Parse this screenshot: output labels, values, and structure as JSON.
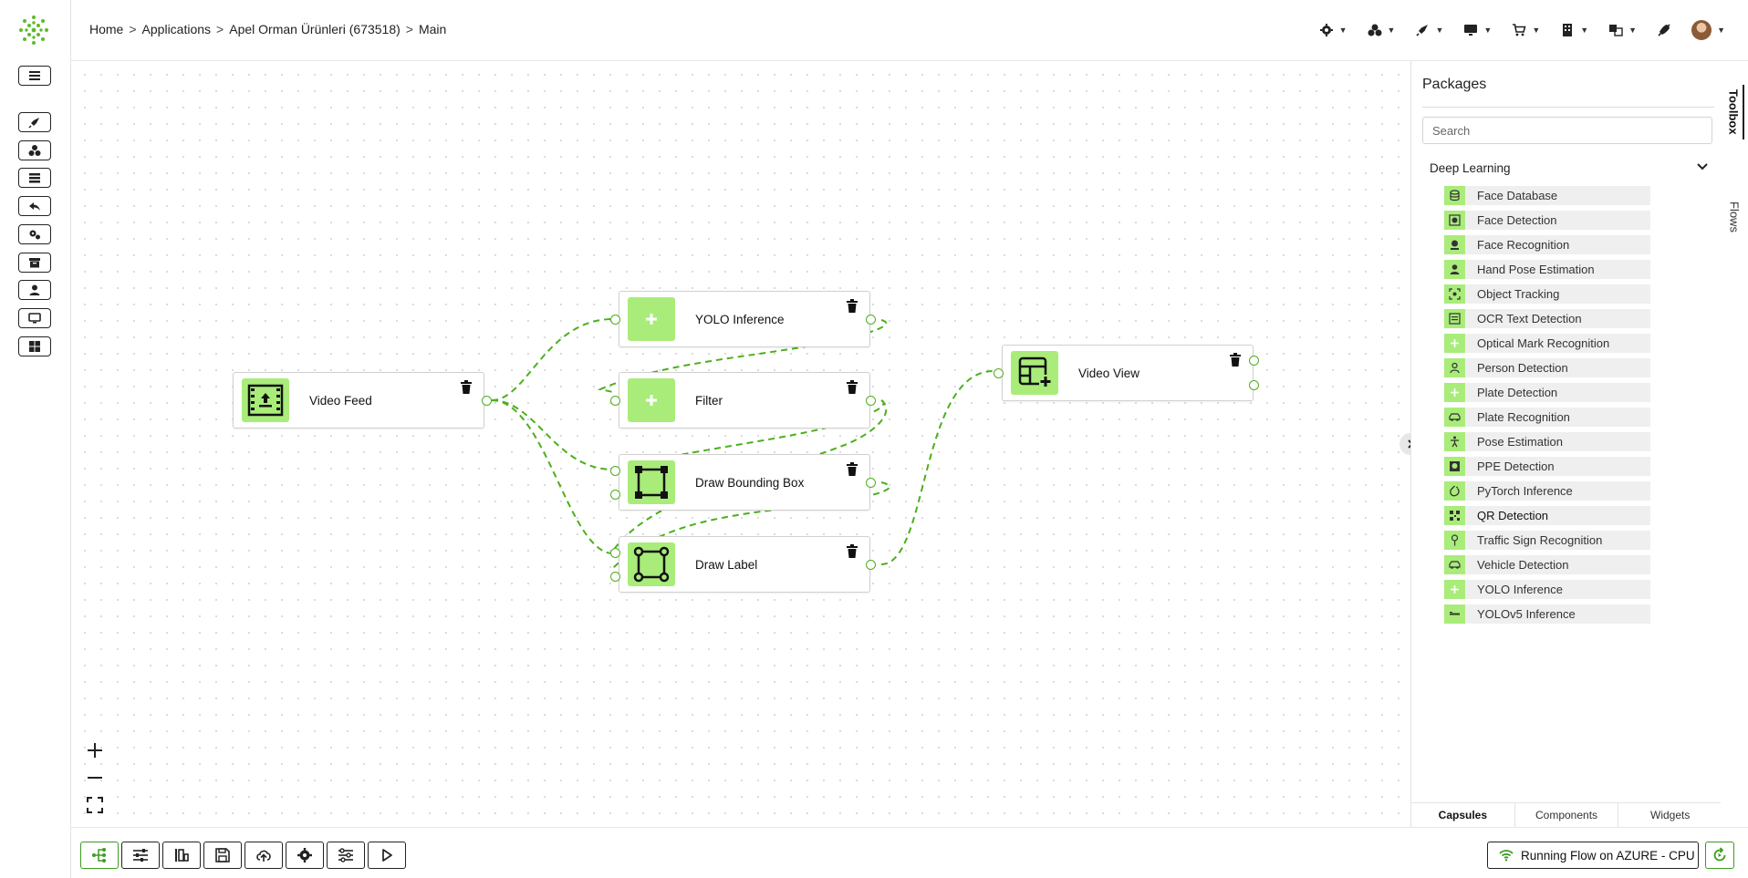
{
  "breadcrumb": [
    {
      "label": "Home"
    },
    {
      "label": "Applications"
    },
    {
      "label": "Apel Orman Ürünleri (673518)"
    },
    {
      "label": "Main"
    }
  ],
  "breadcrumb_separator": ">",
  "nodes": {
    "video_feed": {
      "title": "Video Feed"
    },
    "yolo_inference": {
      "title": "YOLO Inference"
    },
    "filter": {
      "title": "Filter"
    },
    "draw_bounding_box": {
      "title": "Draw Bounding Box"
    },
    "draw_label": {
      "title": "Draw Label"
    },
    "video_view": {
      "title": "Video View"
    }
  },
  "toolbox": {
    "title": "Packages",
    "search_placeholder": "Search",
    "group_title": "Deep Learning",
    "packages": [
      {
        "label": "Face Database",
        "icon": "database-icon"
      },
      {
        "label": "Face Detection",
        "icon": "face-scan-icon"
      },
      {
        "label": "Face Recognition",
        "icon": "face-recognition-icon"
      },
      {
        "label": "Hand Pose Estimation",
        "icon": "person-icon"
      },
      {
        "label": "Object Tracking",
        "icon": "tracking-icon"
      },
      {
        "label": "OCR Text Detection",
        "icon": "ocr-icon"
      },
      {
        "label": "Optical Mark Recognition",
        "icon": "plus-icon"
      },
      {
        "label": "Person Detection",
        "icon": "person-detect-icon"
      },
      {
        "label": "Plate Detection",
        "icon": "plus-icon"
      },
      {
        "label": "Plate Recognition",
        "icon": "car-icon"
      },
      {
        "label": "Pose Estimation",
        "icon": "pose-icon"
      },
      {
        "label": "PPE Detection",
        "icon": "ppe-icon"
      },
      {
        "label": "PyTorch Inference",
        "icon": "pytorch-icon"
      },
      {
        "label": "QR Detection",
        "icon": "qr-icon"
      },
      {
        "label": "Traffic Sign Recognition",
        "icon": "sign-icon"
      },
      {
        "label": "Vehicle Detection",
        "icon": "car-icon"
      },
      {
        "label": "YOLO Inference",
        "icon": "plus-icon"
      },
      {
        "label": "YOLOv5 Inference",
        "icon": "yolo-logo-icon"
      }
    ],
    "tabs": [
      {
        "label": "Capsules",
        "active": true
      },
      {
        "label": "Components",
        "active": false
      },
      {
        "label": "Widgets",
        "active": false
      }
    ],
    "side_tabs": [
      {
        "label": "Toolbox",
        "active": true
      },
      {
        "label": "Flows",
        "active": false
      }
    ]
  },
  "status": {
    "text": "Running Flow on AZURE - CPU"
  },
  "colors": {
    "accent_green": "#a9ec7a",
    "edge_green": "#4caf1c",
    "active_border": "#3e9b20"
  }
}
